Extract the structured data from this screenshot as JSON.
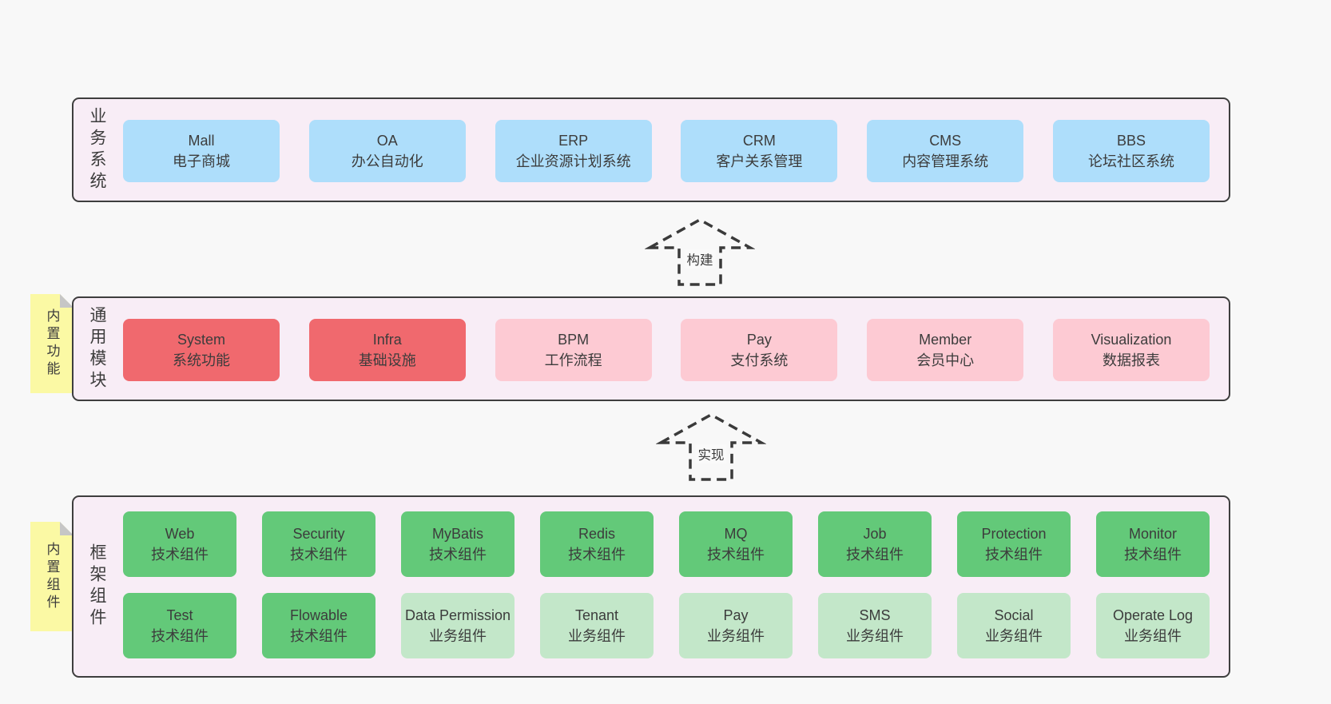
{
  "colors": {
    "page_bg": "#f8f8f8",
    "band_bg": "#f8edf6",
    "band_border": "#3e3e3e",
    "box_blue": "#aedefb",
    "box_red": "#f0696e",
    "box_pink": "#fdcad3",
    "box_green": "#63c979",
    "box_light_green": "#c3e7c9",
    "note_yellow": "#fbf9a4",
    "note_fold_gray": "#c6c6c6",
    "text": "#3c3c3c"
  },
  "bands": [
    {
      "label": "业务系统",
      "boxes": [
        {
          "title": "Mall",
          "subtitle": "电子商城"
        },
        {
          "title": "OA",
          "subtitle": "办公自动化"
        },
        {
          "title": "ERP",
          "subtitle": "企业资源计划系统"
        },
        {
          "title": "CRM",
          "subtitle": "客户关系管理"
        },
        {
          "title": "CMS",
          "subtitle": "内容管理系统"
        },
        {
          "title": "BBS",
          "subtitle": "论坛社区系统"
        }
      ]
    },
    {
      "label": "通用模块",
      "note": "内置功能",
      "boxes": [
        {
          "title": "System",
          "subtitle": "系统功能"
        },
        {
          "title": "Infra",
          "subtitle": "基础设施"
        },
        {
          "title": "BPM",
          "subtitle": "工作流程"
        },
        {
          "title": "Pay",
          "subtitle": "支付系统"
        },
        {
          "title": "Member",
          "subtitle": "会员中心"
        },
        {
          "title": "Visualization",
          "subtitle": "数据报表"
        }
      ]
    },
    {
      "label": "框架组件",
      "note": "内置组件",
      "rows": [
        [
          {
            "title": "Web",
            "subtitle": "技术组件"
          },
          {
            "title": "Security",
            "subtitle": "技术组件"
          },
          {
            "title": "MyBatis",
            "subtitle": "技术组件"
          },
          {
            "title": "Redis",
            "subtitle": "技术组件"
          },
          {
            "title": "MQ",
            "subtitle": "技术组件"
          },
          {
            "title": "Job",
            "subtitle": "技术组件"
          },
          {
            "title": "Protection",
            "subtitle": "技术组件"
          },
          {
            "title": "Monitor",
            "subtitle": "技术组件"
          }
        ],
        [
          {
            "title": "Test",
            "subtitle": "技术组件"
          },
          {
            "title": "Flowable",
            "subtitle": "技术组件"
          },
          {
            "title": "Data Permission",
            "subtitle": "业务组件"
          },
          {
            "title": "Tenant",
            "subtitle": "业务组件"
          },
          {
            "title": "Pay",
            "subtitle": "业务组件"
          },
          {
            "title": "SMS",
            "subtitle": "业务组件"
          },
          {
            "title": "Social",
            "subtitle": "业务组件"
          },
          {
            "title": "Operate Log",
            "subtitle": "业务组件"
          }
        ]
      ]
    }
  ],
  "arrows": [
    {
      "label": "构建"
    },
    {
      "label": "实现"
    }
  ]
}
